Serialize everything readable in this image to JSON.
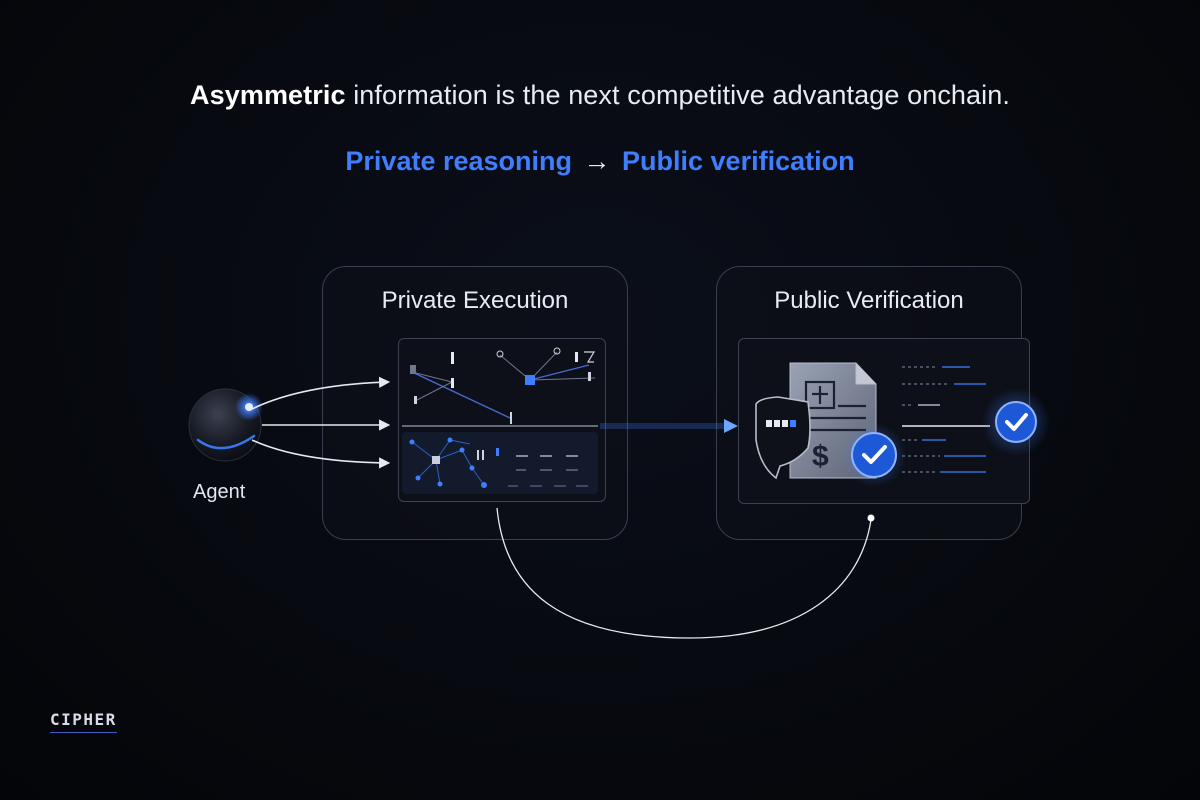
{
  "headline": {
    "bold": "Asymmetric",
    "rest": " information is the next competitive advantage onchain."
  },
  "subline": {
    "left": "Private reasoning",
    "arrow": "→",
    "right": "Public verification"
  },
  "agent": {
    "label": "Agent"
  },
  "panels": {
    "private": {
      "title": "Private Execution"
    },
    "public": {
      "title": "Public Verification"
    }
  },
  "document": {
    "currency": "$"
  },
  "brand": {
    "name": "CIPHER"
  },
  "colors": {
    "accent": "#3f7fff",
    "glow": "#4f8dff",
    "background": "#06080d",
    "panel_border": "#3a3f4c"
  },
  "icons": [
    "agent-orb-icon",
    "document-icon",
    "shield-icon",
    "checkmark-badge-icon"
  ]
}
